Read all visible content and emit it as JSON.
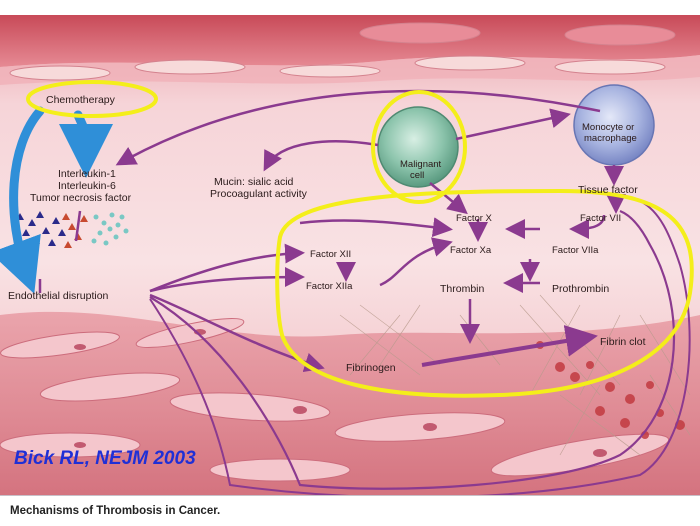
{
  "labels": {
    "chemotherapy": "Chemotherapy",
    "interleukin1": "Interleukin-1",
    "interleukin6": "Interleukin-6",
    "tnf": "Tumor necrosis factor",
    "endothelial": "Endothelial disruption",
    "mucin": "Mucin: sialic acid",
    "procoagulant": "Procoagulant activity",
    "malignant1": "Malignant",
    "malignant2": "cell",
    "monocyte1": "Monocyte or",
    "monocyte2": "macrophage",
    "tissue_factor": "Tissue factor",
    "factor_x": "Factor X",
    "factor_xa": "Factor Xa",
    "factor_vii": "Factor VII",
    "factor_viia": "Factor VIIa",
    "factor_xii": "Factor XII",
    "factor_xiia": "Factor XIIa",
    "thrombin": "Thrombin",
    "prothrombin": "Prothrombin",
    "fibrin_clot": "Fibrin clot",
    "fibrinogen": "Fibrinogen"
  },
  "citation": "Bick RL, NEJM 2003",
  "caption": "Mechanisms of Thrombosis in Cancer.",
  "colors": {
    "arrow_purple": "#8b3a8f",
    "arrow_blue": "#2f8fd8",
    "highlight_yellow": "#f4ee1a",
    "citation_blue": "#1f2fd6"
  }
}
